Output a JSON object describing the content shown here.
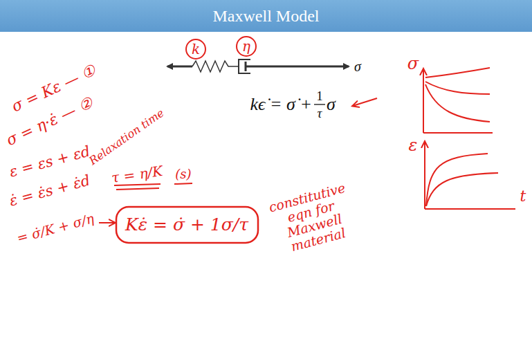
{
  "diagram": {
    "title": "Maxwell Model",
    "nodes": [
      {
        "text": [
          "k"
        ]
      },
      {
        "text": [
          "η"
        ]
      },
      {
        "text": [
          "Kε̇ = σ̇ + 1σ/τ"
        ]
      }
    ],
    "labels": [
      "σ",
      "kϵ̇ = σ̇ +",
      "1",
      "τ",
      "σ",
      "σ = Kε — ①",
      "σ = η·ε̇ — ②",
      "ε = εs + εd",
      "ε̇ = ε̇s + ε̇d",
      "= σ̇/K + σ/η",
      "Relaxation time",
      "τ = η/K",
      "(s)",
      "constitutive eqn for Maxwell material",
      "σ",
      "ε",
      "t"
    ]
  }
}
